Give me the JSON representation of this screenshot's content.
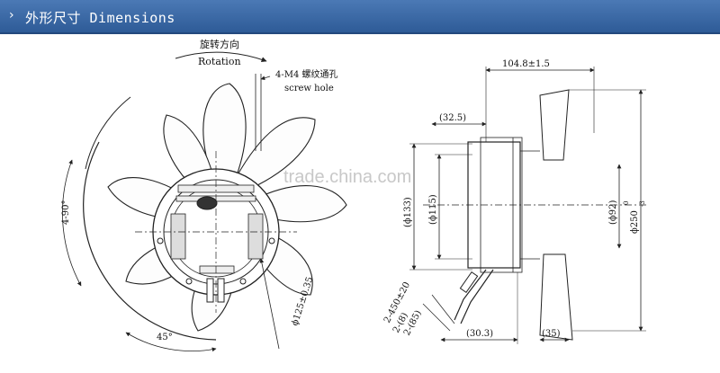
{
  "header": {
    "title": "外形尺寸 Dimensions",
    "chevron_icon": "chevron-right-icon"
  },
  "front_view": {
    "rotation_cn": "旋转方向",
    "rotation_en": "Rotation",
    "screw_cn": "4-M4 螺纹通孔",
    "screw_en": "screw hole",
    "angle_left": "4-90°",
    "angle_bottom": "45°",
    "bolt_circle": "ϕ125±0.35"
  },
  "side_view": {
    "depth": "104.8±1.5",
    "d_32_5": "(32.5)",
    "d_133": "(ϕ133)",
    "d_115": "(ϕ115)",
    "d_92": "(ϕ92)",
    "d_250": "ϕ250",
    "tol_upper": "0",
    "tol_lower": "-3",
    "lead_1": "2-450±20",
    "lead_2": "2-(8)",
    "lead_3": "2-(85)",
    "d_30_3": "(30.3)",
    "d_35": "(35)"
  },
  "watermark": {
    "site": "trade.china.com"
  }
}
